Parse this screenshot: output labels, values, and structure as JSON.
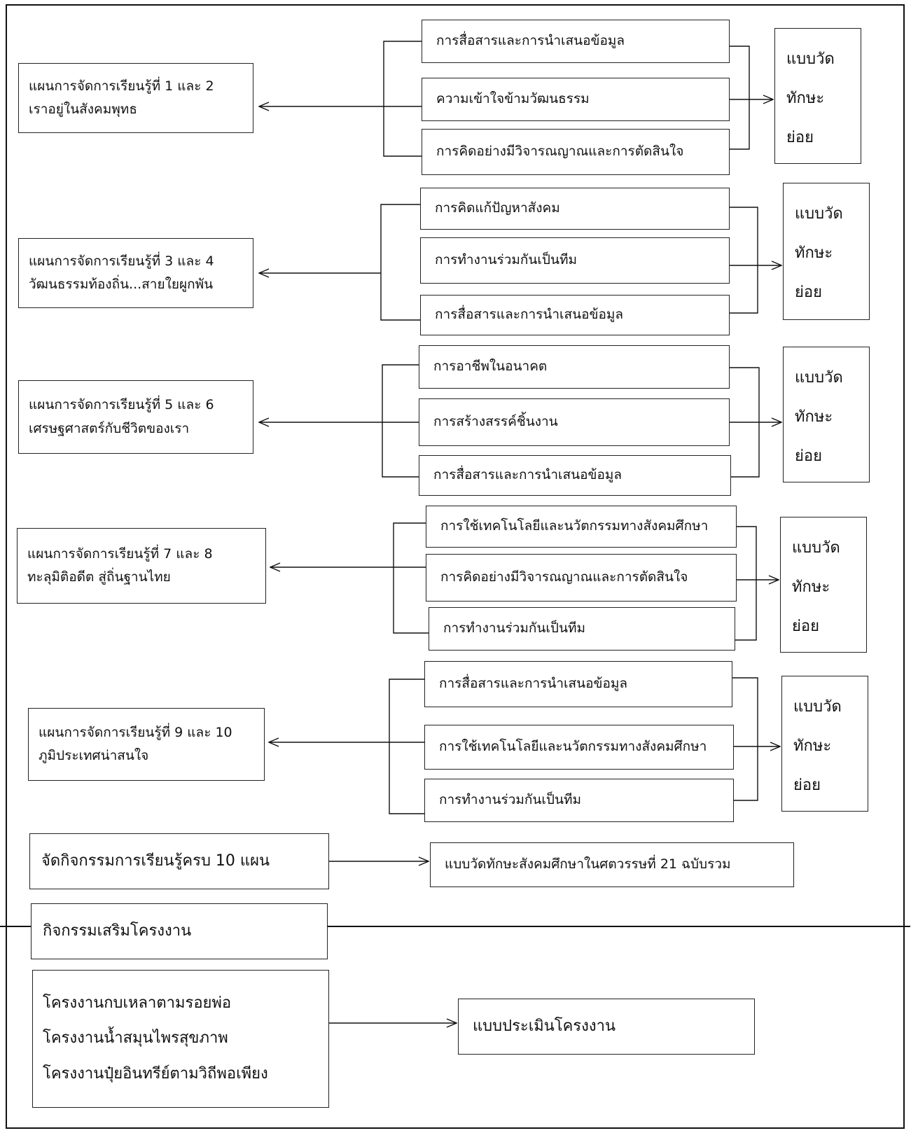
{
  "groups": [
    {
      "plan": [
        "แผนการจัดการเรียนรู้ที่  1 และ 2",
        "เราอยู่ในสังคมพุทธ"
      ],
      "skills": [
        "การสื่อสารและการนำเสนอข้อมูล",
        "ความเข้าใจข้ามวัฒนธรรม",
        "การคิดอย่างมีวิจารณญาณและการตัดสินใจ"
      ],
      "measure": [
        "แบบวัด",
        "ทักษะ",
        "ย่อย"
      ]
    },
    {
      "plan": [
        "แผนการจัดการเรียนรู้ที่  3 และ 4",
        "วัฒนธรรมท้องถิ่น...สายใยผูกพัน"
      ],
      "skills": [
        "การคิดแก้ปัญหาสังคม",
        "การทำงานร่วมกันเป็นทีม",
        "การสื่อสารและการนำเสนอข้อมูล"
      ],
      "measure": [
        "แบบวัด",
        "ทักษะ",
        "ย่อย"
      ]
    },
    {
      "plan": [
        "แผนการจัดการเรียนรู้ที่  5 และ 6",
        "เศรษฐศาสตร์กับชีวิตของเรา"
      ],
      "skills": [
        "การอาชีพในอนาคต",
        "การสร้างสรรค์ชิ้นงาน",
        "การสื่อสารและการนำเสนอข้อมูล"
      ],
      "measure": [
        "แบบวัด",
        "ทักษะ",
        "ย่อย"
      ]
    },
    {
      "plan": [
        "แผนการจัดการเรียนรู้ที่ 7 และ 8",
        "ทะลุมิติอดีต สู่ถิ่นฐานไทย"
      ],
      "skills": [
        "การใช้เทคโนโลยีและนวัตกรรมทางสังคมศึกษา",
        "การคิดอย่างมีวิจารณญาณและการตัดสินใจ",
        "การทำงานร่วมกันเป็นทีม"
      ],
      "measure": [
        "แบบวัด",
        "ทักษะ",
        "ย่อย"
      ]
    },
    {
      "plan": [
        "แผนการจัดการเรียนรู้ที่ 9 และ 10",
        "ภูมิประเทศน่าสนใจ"
      ],
      "skills": [
        "การสื่อสารและการนำเสนอข้อมูล",
        "การใช้เทคโนโลยีและนวัตกรรมทางสังคมศึกษา",
        "การทำงานร่วมกันเป็นทีม"
      ],
      "measure": [
        "แบบวัด",
        "ทักษะ",
        "ย่อย"
      ]
    }
  ],
  "summary": {
    "source": "จัดกิจกรรมการเรียนรู้ครบ 10 แผน",
    "target": "แบบวัดทักษะสังคมศึกษาในศตวรรษที่ 21 ฉบับรวม"
  },
  "project": {
    "header": "กิจกรรมเสริมโครงงาน",
    "items": [
      "โครงงานกบเหลาตามรอยพ่อ",
      "โครงงานน้ำสมุนไพรสุขภาพ",
      "โครงงานปุ๋ยอินทรีย์ตามวิถีพอเพียง"
    ],
    "evaluation": "แบบประเมินโครงงาน"
  }
}
